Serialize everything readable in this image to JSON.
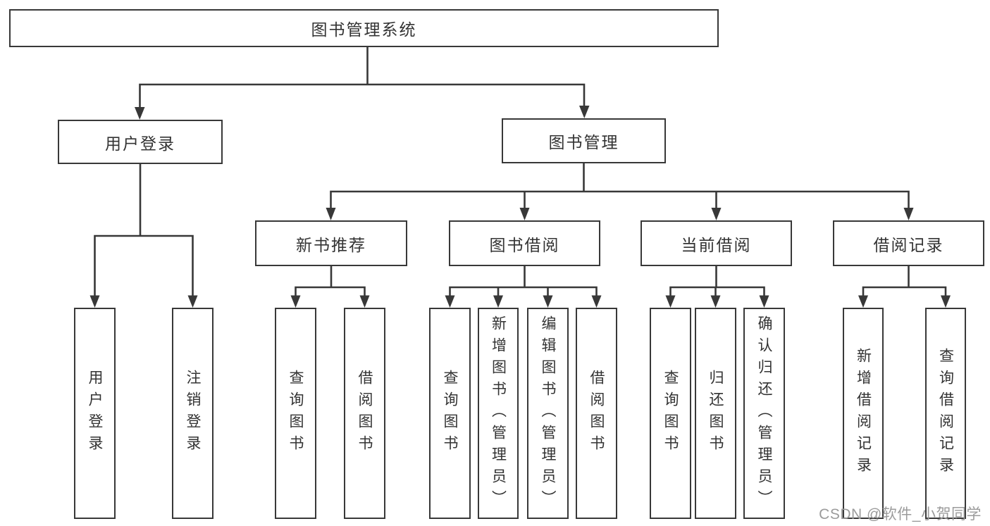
{
  "colors": {
    "line": "#383838",
    "text": "#333333",
    "watermark": "#9b9b9b",
    "background": "#ffffff"
  },
  "watermark": {
    "text": "CSDN @软件_小贺同学"
  },
  "tree": {
    "root_label": "图书管理系统",
    "branches": [
      {
        "label": "用户登录",
        "leaves": [
          "用户登录",
          "注销登录"
        ]
      },
      {
        "label": "图书管理",
        "sections": [
          {
            "label": "新书推荐",
            "leaves": [
              "查询图书",
              "借阅图书"
            ]
          },
          {
            "label": "图书借阅",
            "leaves": [
              "查询图书",
              "新增图书（管理员）",
              "编辑图书（管理员）",
              "借阅图书"
            ]
          },
          {
            "label": "当前借阅",
            "leaves": [
              "查询图书",
              "归还图书",
              "确认归还（管理员）"
            ]
          },
          {
            "label": "借阅记录",
            "leaves": [
              "新增借阅记录",
              "查询借阅记录"
            ]
          }
        ]
      }
    ]
  }
}
